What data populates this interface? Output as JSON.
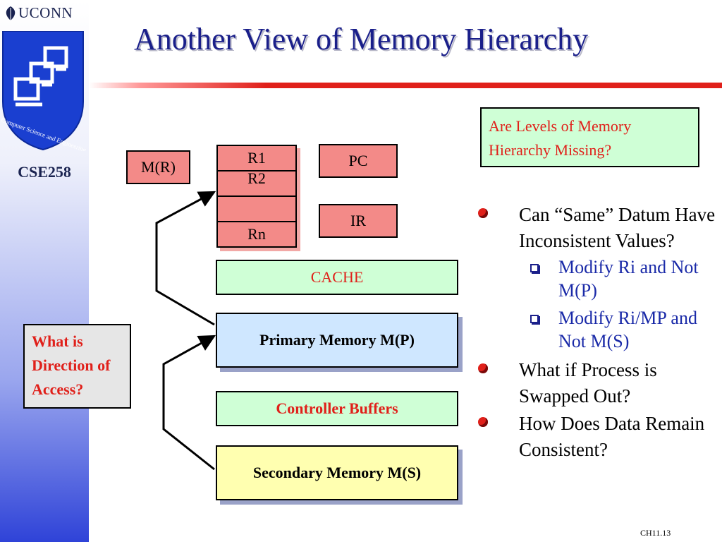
{
  "header": {
    "brand": "UCONN",
    "logo_text": "Computer Science and Engineering",
    "course": "CSE258",
    "title": "Another View of Memory Hierarchy"
  },
  "diagram": {
    "mr": "M(R)",
    "registers": [
      "R1",
      "R2",
      "",
      "Rn"
    ],
    "pc": "PC",
    "ir": "IR",
    "cache": "CACHE",
    "primary": "Primary Memory M(P)",
    "controller": "Controller Buffers",
    "secondary": "Secondary Memory M(S)",
    "direction_question": "What is Direction of Access?",
    "missing_question": "Are Levels of Memory Hierarchy Missing?"
  },
  "bullets": [
    {
      "text": "Can “Same” Datum Have Inconsistent Values?",
      "sub": [
        "Modify Ri and Not M(P)",
        "Modify Ri/MP and Not M(S)"
      ]
    },
    {
      "text": "What if Process is Swapped Out?",
      "sub": []
    },
    {
      "text": "How Does Data Remain Consistent?",
      "sub": []
    }
  ],
  "footer": {
    "slide_id": "CH11.13"
  },
  "colors": {
    "title_blue": "#1a1f8a",
    "accent_red": "#e0201a",
    "register_pink": "#f38a88",
    "cache_green": "#cfffd6",
    "primary_blue": "#cfe7ff",
    "secondary_yellow": "#ffffb0"
  }
}
